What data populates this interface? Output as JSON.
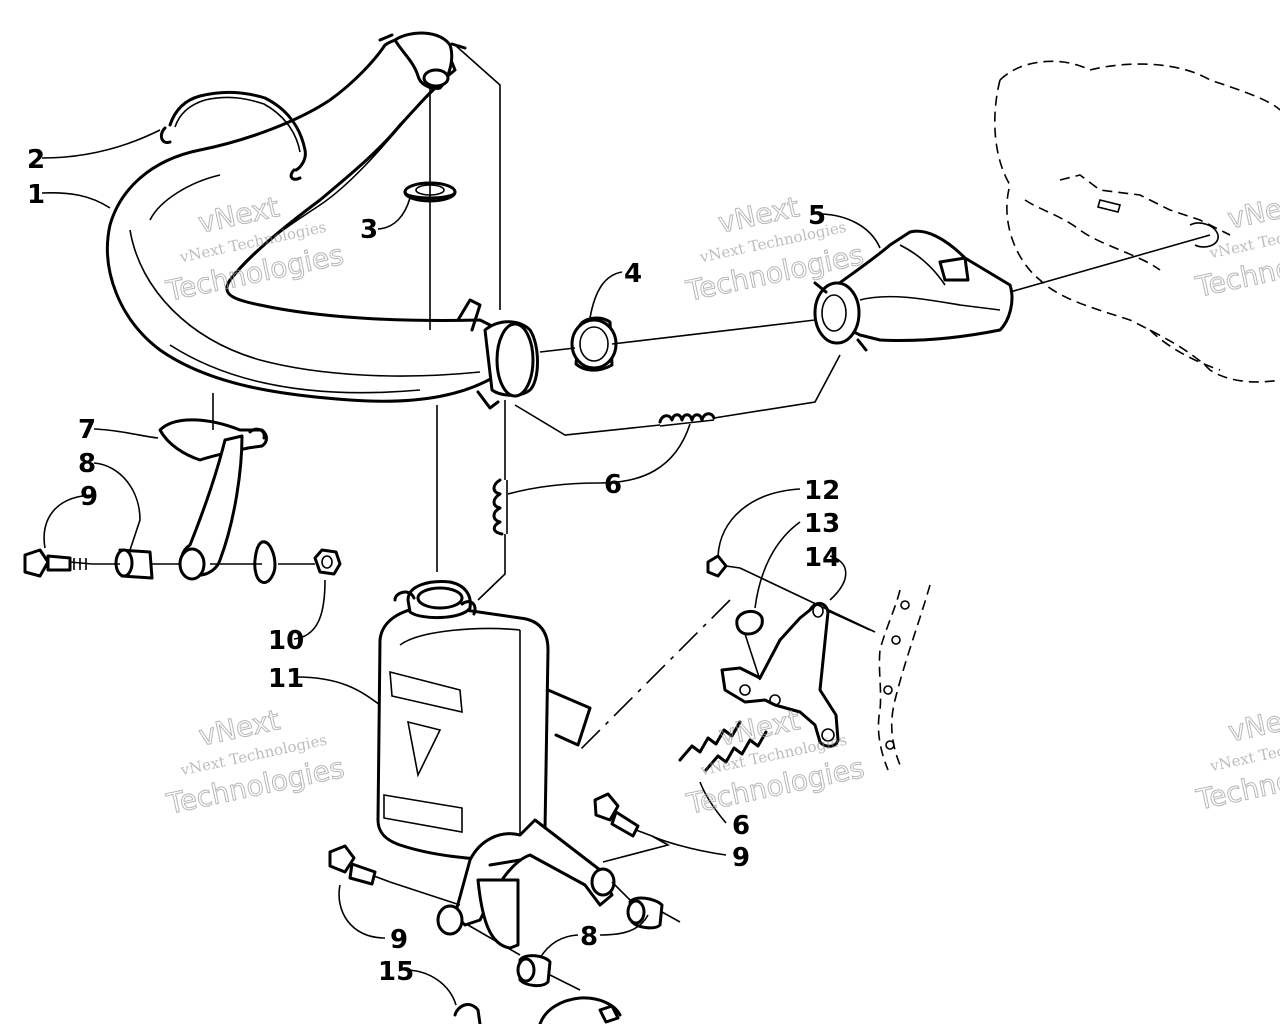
{
  "callouts": {
    "c1": "1",
    "c2": "2",
    "c3": "3",
    "c4": "4",
    "c5": "5",
    "c6a": "6",
    "c6b": "6",
    "c7": "7",
    "c8a": "8",
    "c8b": "8",
    "c9a": "9",
    "c9b": "9",
    "c9c": "9",
    "c10": "10",
    "c11": "11",
    "c12": "12",
    "c13": "13",
    "c14": "14",
    "c15": "15"
  },
  "watermark": {
    "brand": "vNext",
    "line1": "vNext Technologies",
    "line2": "Technologies"
  },
  "colors": {
    "ink": "#000000",
    "watermark": "#999999",
    "background": "#ffffff"
  }
}
